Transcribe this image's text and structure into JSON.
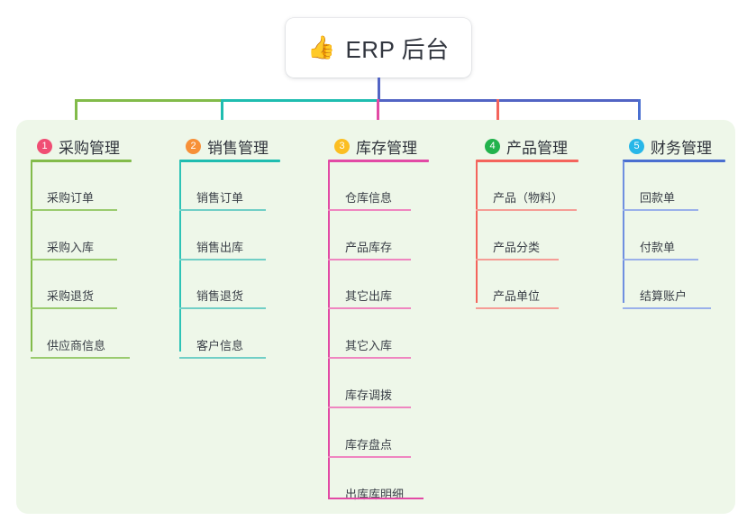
{
  "root": {
    "icon": "thumbs-up-icon",
    "emoji": "👍",
    "label": "ERP 后台"
  },
  "theme": {
    "panel_bg": "#eef7e9",
    "page_bg": "#ffffff",
    "card_bg": "#ffffff",
    "title_text": "#32363f",
    "bus_left": "#82bb4a",
    "bus_mid": "#1fbdb0",
    "bus_right": "#5264c4"
  },
  "columns": [
    {
      "number": "1",
      "title": "采购管理",
      "badge_color": "#f04e74",
      "line_color": "#82bb4a",
      "drop_color": "#82bb4a",
      "items": [
        "采购订单",
        "采购入库",
        "采购退货",
        "供应商信息"
      ]
    },
    {
      "number": "2",
      "title": "销售管理",
      "badge_color": "#f79038",
      "line_color": "#1fbdb0",
      "drop_color": "#1fbdb0",
      "items": [
        "销售订单",
        "销售出库",
        "销售退货",
        "客户信息"
      ]
    },
    {
      "number": "3",
      "title": "库存管理",
      "badge_color": "#fbbe22",
      "line_color": "#e24aa5",
      "drop_color": "#e24aa5",
      "items": [
        "仓库信息",
        "产品库存",
        "其它出库",
        "其它入库",
        "库存调拨",
        "库存盘点",
        "出库库明细"
      ]
    },
    {
      "number": "4",
      "title": "产品管理",
      "badge_color": "#22b24c",
      "line_color": "#f4645c",
      "drop_color": "#f4645c",
      "items": [
        "产品（物料）",
        "产品分类",
        "产品单位"
      ]
    },
    {
      "number": "5",
      "title": "财务管理",
      "badge_color": "#28b7e8",
      "line_color": "#4a6fd0",
      "drop_color": "#4a6fd0",
      "items": [
        "回款单",
        "付款单",
        "结算账户"
      ]
    }
  ]
}
